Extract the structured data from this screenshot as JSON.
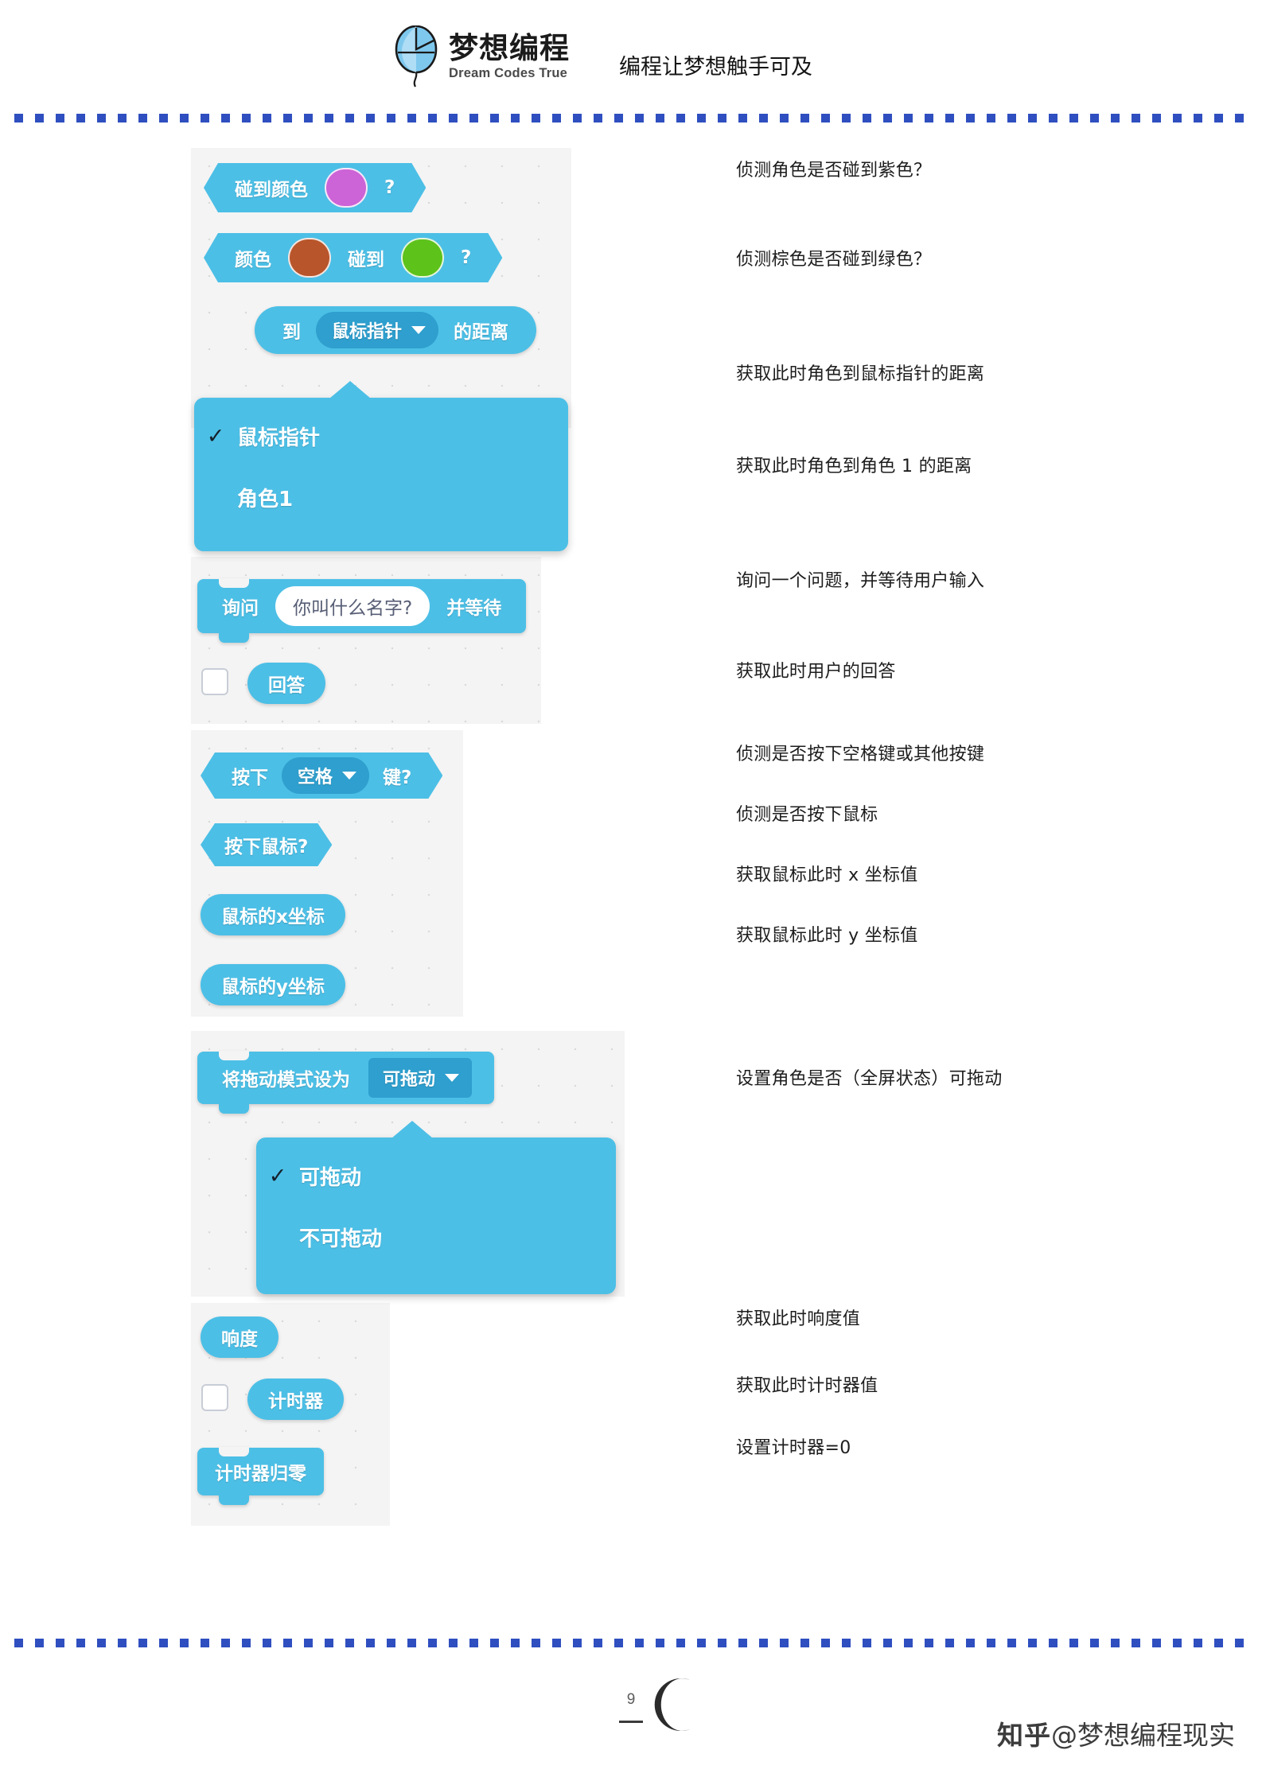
{
  "header": {
    "logo_cn": "梦想编程",
    "logo_en": "Dream Codes True",
    "tagline": "编程让梦想触手可及",
    "logo_icon": "balloon-mouse-logo"
  },
  "blocks": {
    "touching_color": {
      "label": "碰到颜色",
      "question": "?",
      "swatch_color": "#cc63d6"
    },
    "color_touching_color": {
      "label_1": "颜色",
      "label_2": "碰到",
      "question": "?",
      "swatch_color_1": "#b9552b",
      "swatch_color_2": "#5dc21a"
    },
    "distance_to": {
      "label_1": "到",
      "dropdown_value": "鼠标指针",
      "label_2": "的距离"
    },
    "distance_menu": {
      "items": [
        {
          "label": "鼠标指针",
          "checked": true
        },
        {
          "label": "角色1",
          "checked": false
        }
      ]
    },
    "ask_and_wait": {
      "label_1": "询问",
      "input_value": "你叫什么名字?",
      "label_2": "并等待"
    },
    "answer": {
      "label": "回答",
      "checkbox_checked": false
    },
    "key_pressed": {
      "label_1": "按下",
      "dropdown_value": "空格",
      "label_2": "键?"
    },
    "mouse_down": {
      "label": "按下鼠标?"
    },
    "mouse_x": {
      "label": "鼠标的x坐标"
    },
    "mouse_y": {
      "label": "鼠标的y坐标"
    },
    "set_drag_mode": {
      "label": "将拖动模式设为",
      "dropdown_value": "可拖动"
    },
    "drag_menu": {
      "items": [
        {
          "label": "可拖动",
          "checked": true
        },
        {
          "label": "不可拖动",
          "checked": false
        }
      ]
    },
    "loudness": {
      "label": "响度"
    },
    "timer": {
      "label": "计时器",
      "checkbox_checked": false
    },
    "reset_timer": {
      "label": "计时器归零"
    }
  },
  "notes": [
    "侦测角色是否碰到紫色？",
    "侦测棕色是否碰到绿色？",
    "获取此时角色到鼠标指针的距离",
    "获取此时角色到角色 1 的距离",
    "询问一个问题，并等待用户输入",
    "获取此时用户的回答",
    "侦测是否按下空格键或其他按键",
    "侦测是否按下鼠标",
    "获取鼠标此时 x 坐标值",
    "获取鼠标此时 y 坐标值",
    "设置角色是否（全屏状态）可拖动",
    "获取此时响度值",
    "获取此时计时器值",
    "设置计时器=0"
  ],
  "footer": {
    "page_number": "9",
    "watermark_prefix": "@",
    "watermark_text": "梦想编程现实",
    "watermark_logo": "知乎",
    "moon_icon": "crescent-moon-icon"
  },
  "colors": {
    "sensing_blue": "#4cbfe6",
    "sensing_blue_dark": "#2e9fce",
    "rule_blue": "#2f4fc0",
    "board_bg": "#f4f4f4"
  }
}
